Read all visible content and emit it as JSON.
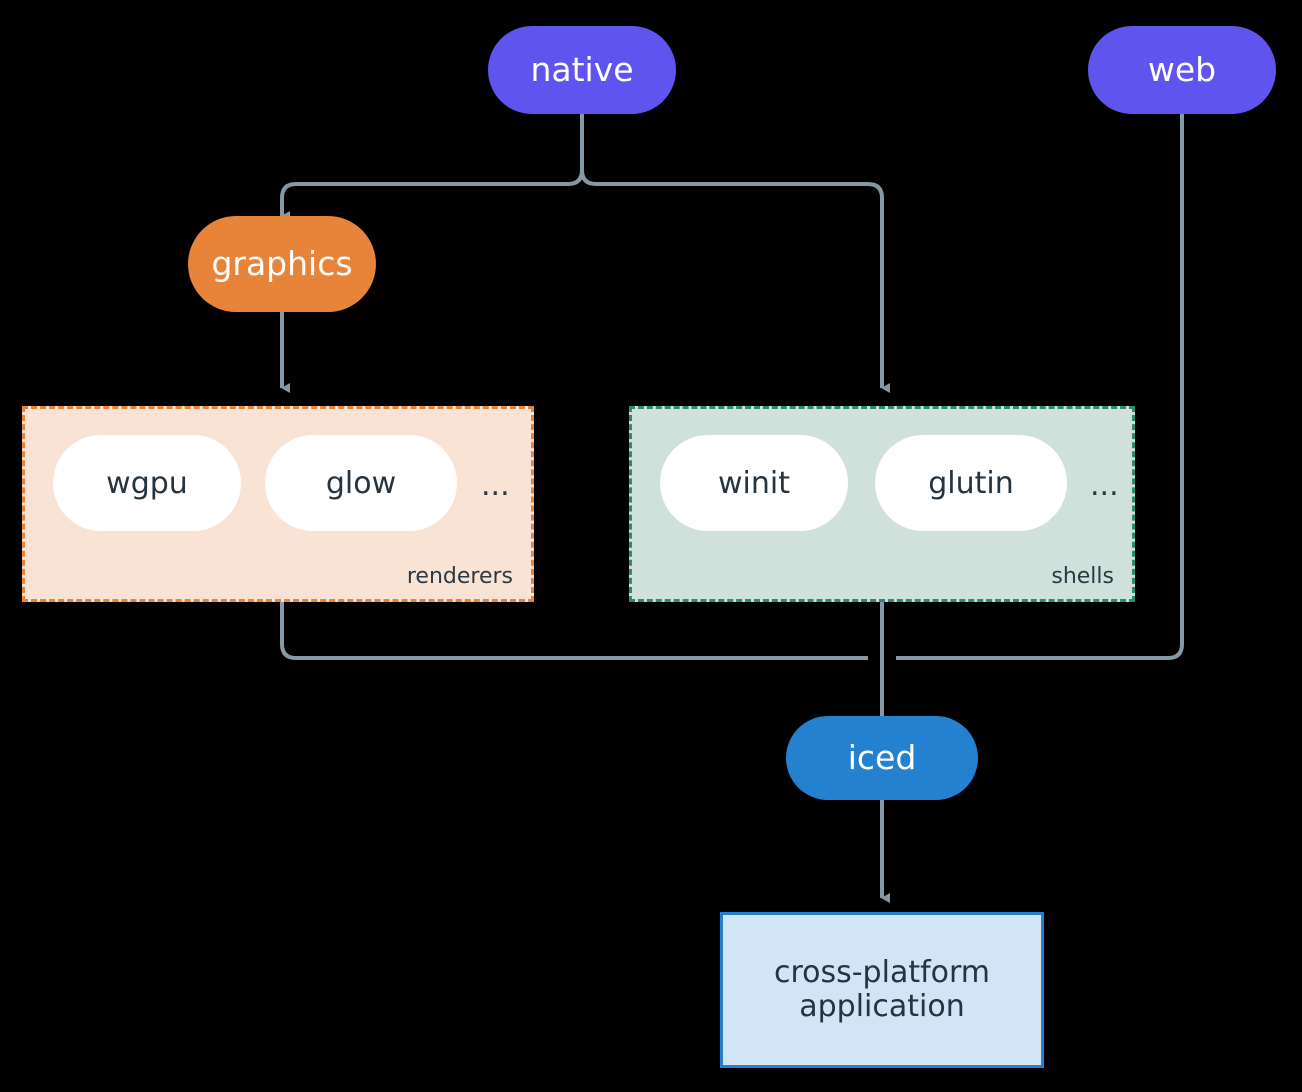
{
  "diagram": {
    "type": "flowchart",
    "background": "#000000",
    "connector_color": "#8798a5",
    "nodes": {
      "native": {
        "label": "native",
        "shape": "pill",
        "color": "#5f55ee",
        "text_color": "#ffffff"
      },
      "web": {
        "label": "web",
        "shape": "pill",
        "color": "#5f55ee",
        "text_color": "#ffffff"
      },
      "graphics": {
        "label": "graphics",
        "shape": "pill",
        "color": "#e8833a",
        "text_color": "#ffffff"
      },
      "iced": {
        "label": "iced",
        "shape": "pill",
        "color": "#2481d0",
        "text_color": "#ffffff"
      },
      "application": {
        "line1": "cross-platform",
        "line2": "application",
        "shape": "rect",
        "color": "#d1e5f7",
        "border_color": "#2481d0",
        "text_color": "#243540"
      }
    },
    "clusters": [
      {
        "id": "renderers",
        "label": "renderers",
        "fill": "#f9e3d5",
        "border_color": "#e8833a",
        "border_style": "dashed",
        "items": [
          {
            "label": "wgpu"
          },
          {
            "label": "glow"
          }
        ],
        "ellipsis": "..."
      },
      {
        "id": "shells",
        "label": "shells",
        "fill": "#d0e0da",
        "border_color": "#2d8b72",
        "border_style": "dashed",
        "items": [
          {
            "label": "winit"
          },
          {
            "label": "glutin"
          }
        ],
        "ellipsis": "..."
      }
    ],
    "edges": [
      {
        "from": "native",
        "to": "graphics"
      },
      {
        "from": "native",
        "to": "shells"
      },
      {
        "from": "graphics",
        "to": "renderers"
      },
      {
        "from": "renderers",
        "to": "iced"
      },
      {
        "from": "shells",
        "to": "iced"
      },
      {
        "from": "web",
        "to": "iced"
      },
      {
        "from": "iced",
        "to": "application"
      }
    ]
  }
}
